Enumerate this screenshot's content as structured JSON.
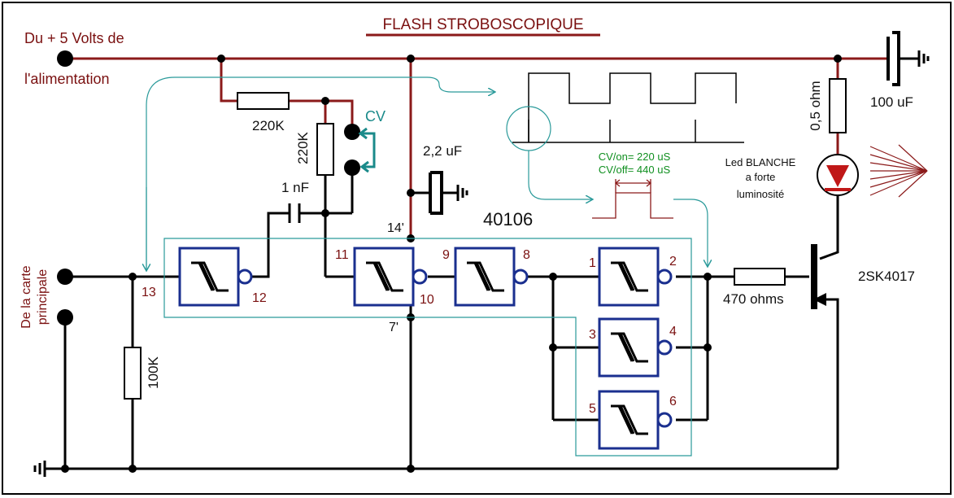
{
  "title": "FLASH  STROBOSCOPIQUE",
  "supply_label_line1": "Du + 5 Volts de",
  "supply_label_line2": "l'alimentation",
  "input_label_line1": "De la carte",
  "input_label_line2": "principale",
  "ic_name": "40106",
  "components": {
    "r1": "220K",
    "r2": "220K",
    "r_pulldown": "100K",
    "r_gate": "470 ohms",
    "r_led": "0,5 ohm",
    "c_timing": "1 nF",
    "c_decouple": "2,2 uF",
    "c_bulk": "100 uF",
    "transistor": "2SK4017",
    "cv": "CV",
    "led_line1": "Led BLANCHE",
    "led_line2": "a forte",
    "led_line3": "luminosité"
  },
  "timing": {
    "on": "CV/on= 220 uS",
    "off": "CV/off= 440 uS"
  },
  "pins": {
    "p1": "1",
    "p2": "2",
    "p3": "3",
    "p4": "4",
    "p5": "5",
    "p6": "6",
    "p7": "7'",
    "p8": "8",
    "p9": "9",
    "p10": "10",
    "p11": "11",
    "p12": "12",
    "p13": "13",
    "p14": "14'"
  },
  "colors": {
    "supply_wire": "#8b1a1a",
    "ground_wire": "#000000",
    "gate_box": "#1a2f8f",
    "outline": "#2a9a9a",
    "timing_text": "#0f8f1f"
  }
}
